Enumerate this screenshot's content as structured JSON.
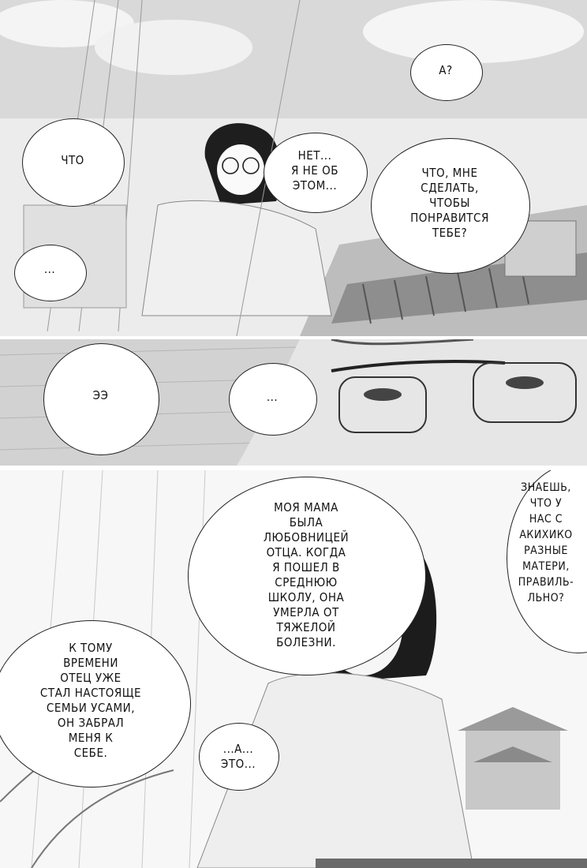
{
  "page": {
    "panels": [
      {
        "id": "panel-1",
        "bubbles": [
          {
            "name": "speech-bubble-a",
            "text": "А?"
          },
          {
            "name": "speech-bubble-chto",
            "text": "ЧТО"
          },
          {
            "name": "speech-bubble-net",
            "text": "НЕТ...\nЯ НЕ ОБ\nЭТОМ..."
          },
          {
            "name": "speech-bubble-chto-mne",
            "text": "ЧТО, МНЕ\nСДЕЛАТЬ,\nЧТОБЫ\nПОНРАВИТСЯ\nТЕБЕ?"
          },
          {
            "name": "speech-bubble-ellipsis-1",
            "text": "..."
          }
        ]
      },
      {
        "id": "panel-2",
        "bubbles": [
          {
            "name": "speech-bubble-ee",
            "text": "ЭЭ"
          },
          {
            "name": "speech-bubble-ellipsis-2",
            "text": "..."
          }
        ]
      },
      {
        "id": "panel-3",
        "bubbles": [
          {
            "name": "speech-bubble-znaesh",
            "text": "ЗНАЕШЬ,\nЧТО У\nНАС С\nАКИХИКО\nРАЗНЫЕ\nМАТЕРИ,\nПРАВИЛЬ-\nЛЬНО?"
          },
          {
            "name": "speech-bubble-moya-mama",
            "text": "МОЯ МАМА\nБЫЛА\nЛЮБОВНИЦЕЙ\nОТЦА. КОГДА\nЯ ПОШЕЛ В\nСРЕДНЮЮ\nШКОЛУ, ОНА\nУМЕРЛА ОТ\nТЯЖЕЛОЙ\nБОЛЕЗНИ."
          },
          {
            "name": "speech-bubble-k-tomu",
            "text": "К ТОМУ\nВРЕМЕНИ\nОТЕЦ УЖЕ\nСТАЛ НАСТОЯЩЕ\nСЕМЬИ УСАМИ,\nОН ЗАБРАЛ\nМЕНЯ К\nСЕБЕ."
          },
          {
            "name": "speech-bubble-a-eto",
            "text": "...А...\nЭТО..."
          }
        ]
      }
    ]
  }
}
